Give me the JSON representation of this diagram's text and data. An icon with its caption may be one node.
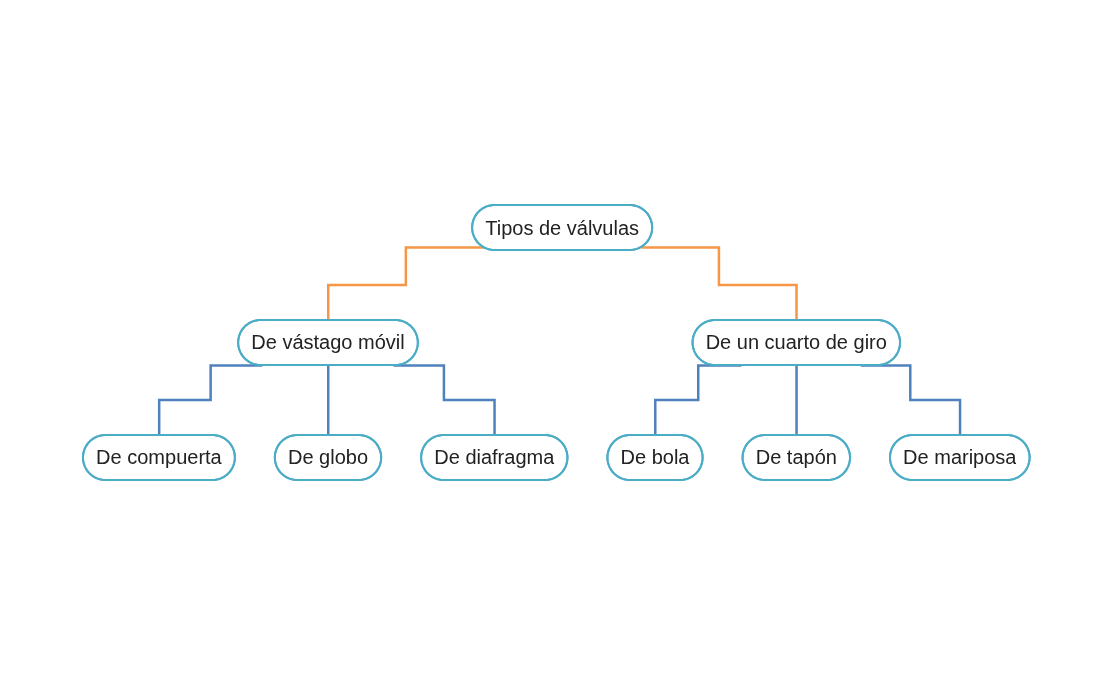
{
  "diagram": {
    "nodes": [
      {
        "text": [
          "Tipos de válvulas"
        ]
      },
      {
        "text": [
          "De vástago móvil"
        ]
      },
      {
        "text": [
          "De un cuarto de giro"
        ]
      },
      {
        "text": [
          "De compuerta"
        ]
      },
      {
        "text": [
          "De globo"
        ]
      },
      {
        "text": [
          "De diafragma"
        ]
      },
      {
        "text": [
          "De bola"
        ]
      },
      {
        "text": [
          "De tapón"
        ]
      },
      {
        "text": [
          "De mariposa"
        ]
      }
    ],
    "edges": [
      {
        "from": 0,
        "to": 1,
        "arrow": "none",
        "color": "#f79646"
      },
      {
        "from": 0,
        "to": 2,
        "arrow": "none",
        "color": "#f79646"
      },
      {
        "from": 1,
        "to": 3,
        "arrow": "none"
      },
      {
        "from": 1,
        "to": 4,
        "arrow": "none"
      },
      {
        "from": 1,
        "to": 5,
        "arrow": "none"
      },
      {
        "from": 2,
        "to": 6,
        "arrow": "none"
      },
      {
        "from": 2,
        "to": 7,
        "arrow": "none"
      },
      {
        "from": 2,
        "to": 8,
        "arrow": "none"
      }
    ]
  }
}
